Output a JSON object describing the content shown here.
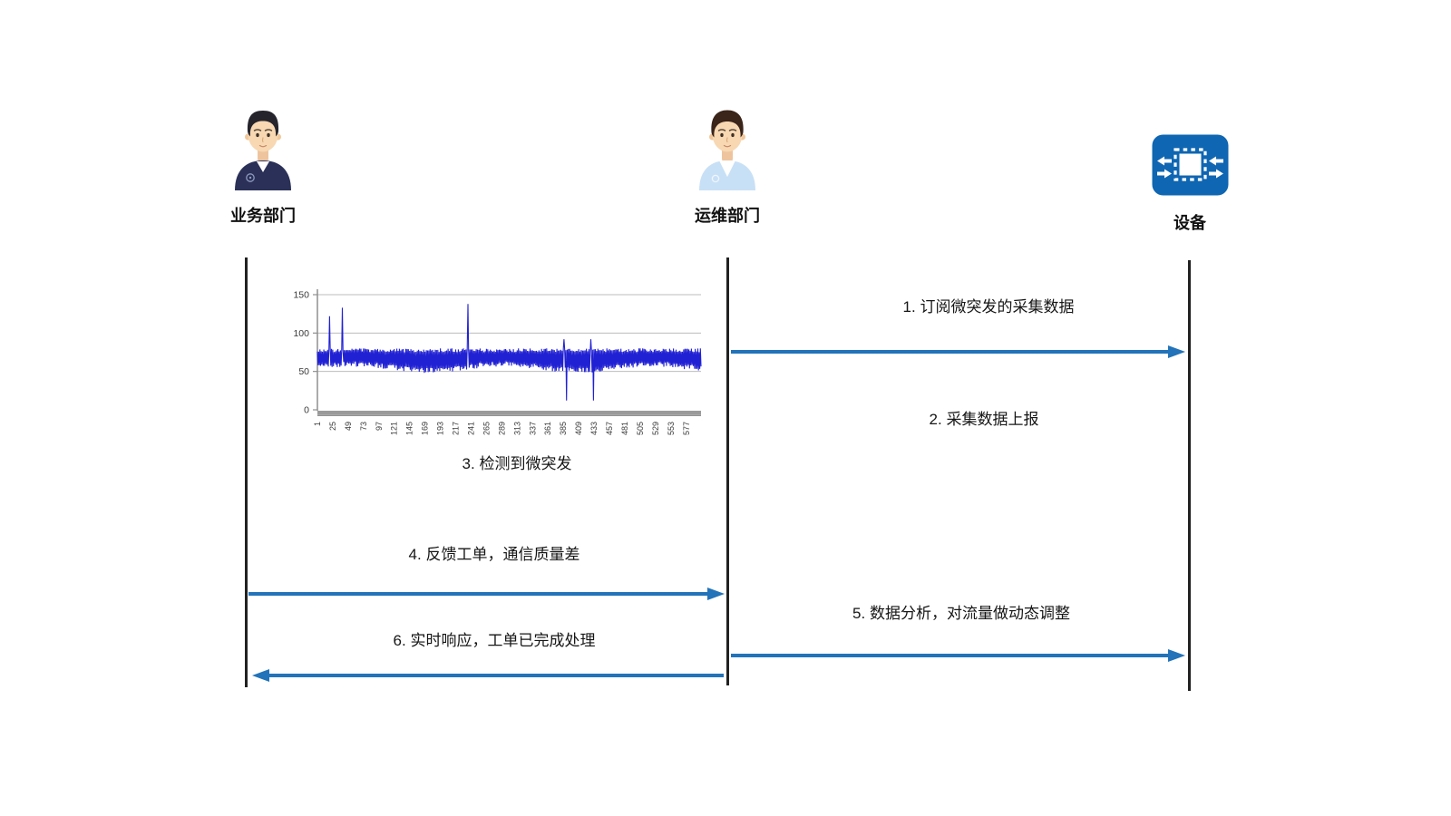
{
  "colors": {
    "arrow_blue": "#2273b9",
    "chart_line": "#2121d4",
    "device_blue": "#0f66b2",
    "lifeline": "#212121",
    "grid_gray": "#bdbdbd",
    "axis_gray": "#8f8f8f"
  },
  "diagram": {
    "actors": [
      {
        "id": "business",
        "label": "业务部门",
        "icon": "person-dark-suit"
      },
      {
        "id": "ops",
        "label": "运维部门",
        "icon": "person-light-shirt"
      },
      {
        "id": "device",
        "label": "设备",
        "icon": "chip-device-icon"
      }
    ],
    "messages": [
      {
        "label": "1. 订阅微突发的采集数据",
        "from": "ops",
        "to": "device",
        "arrow": true
      },
      {
        "label": "2. 采集数据上报",
        "from": "device",
        "to": "ops",
        "arrow": false
      },
      {
        "label": "3. 检测到微突发",
        "from": "business",
        "to": "business",
        "arrow": false
      },
      {
        "label": "4. 反馈工单，通信质量差",
        "from": "business",
        "to": "ops",
        "arrow": true
      },
      {
        "label": "5. 数据分析，对流量做动态调整",
        "from": "ops",
        "to": "device",
        "arrow": true
      },
      {
        "label": "6. 实时响应，工单已完成处理",
        "from": "ops",
        "to": "business",
        "arrow": true
      }
    ]
  },
  "chart_data": {
    "type": "line",
    "title": "",
    "xlabel": "",
    "ylabel": "",
    "ylim": [
      0,
      150
    ],
    "y_ticks": [
      0,
      50,
      100,
      150
    ],
    "x_ticks": [
      1,
      25,
      49,
      73,
      97,
      121,
      145,
      169,
      193,
      217,
      241,
      265,
      289,
      313,
      337,
      361,
      385,
      409,
      433,
      457,
      481,
      505,
      529,
      553,
      577
    ],
    "n_points": 600,
    "grid": true,
    "legend": false,
    "baseline_band": {
      "upper": [
        75,
        80
      ],
      "lower": [
        48,
        63
      ]
    },
    "anomalies": [
      {
        "x": 20,
        "y": 122
      },
      {
        "x": 40,
        "y": 133
      },
      {
        "x": 236,
        "y": 138
      },
      {
        "x": 386,
        "y": 92
      },
      {
        "x": 390,
        "y": 12
      },
      {
        "x": 428,
        "y": 92
      },
      {
        "x": 432,
        "y": 12
      }
    ]
  }
}
